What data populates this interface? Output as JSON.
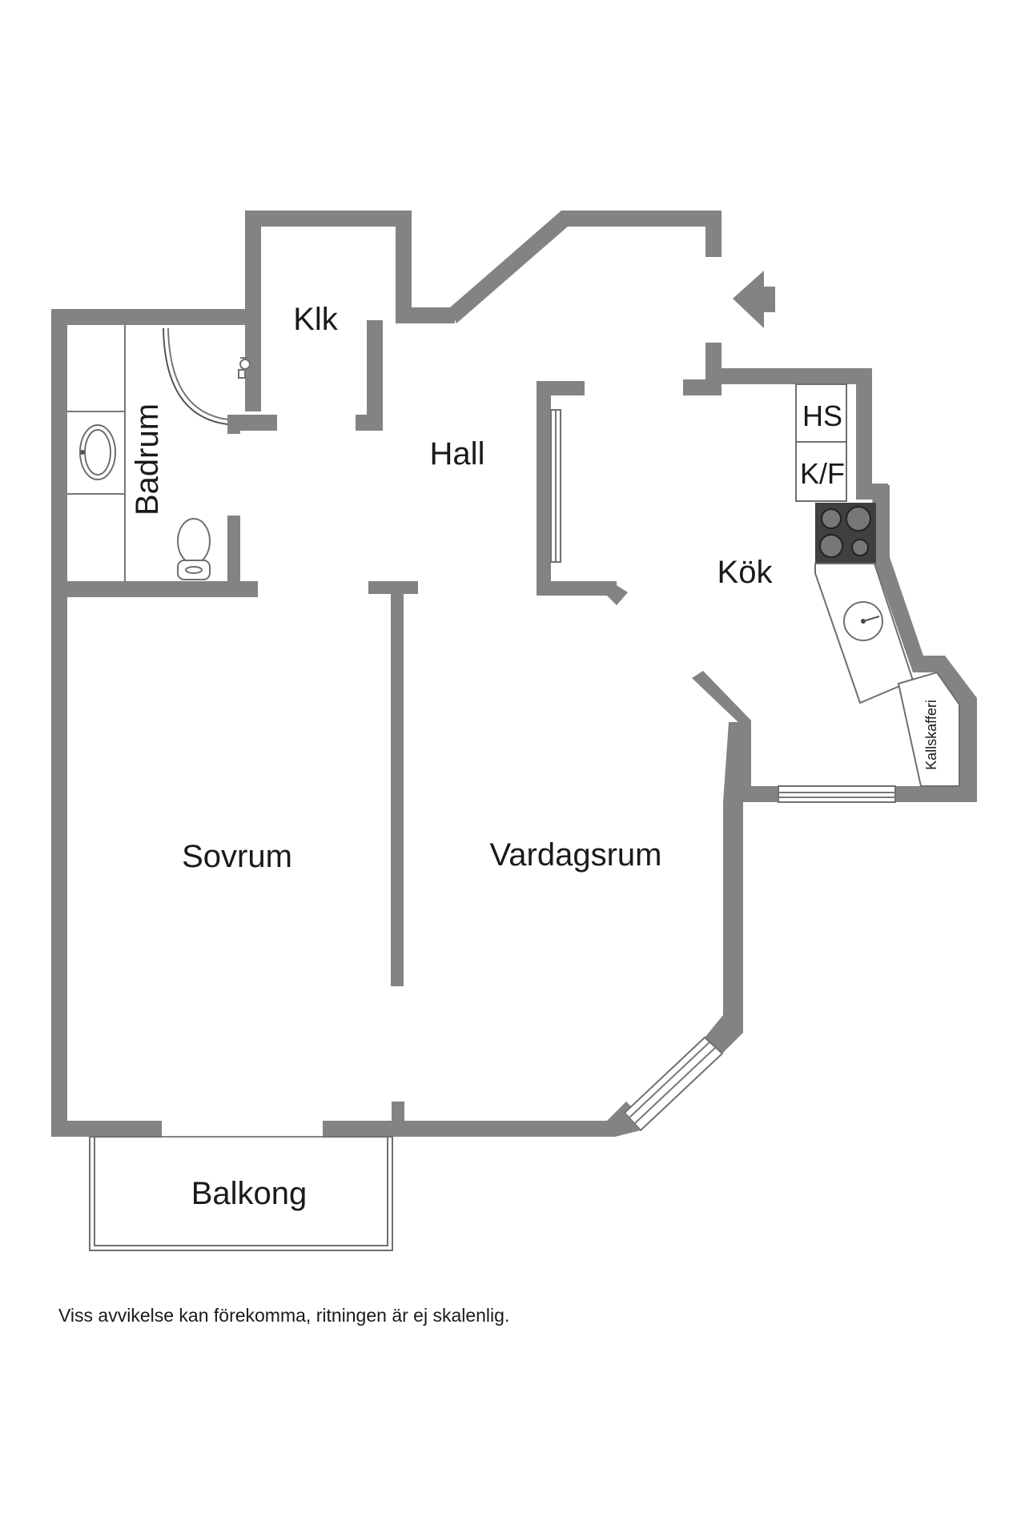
{
  "plan": {
    "rooms": {
      "klk": "Klk",
      "badrum": "Badrum",
      "hall": "Hall",
      "hs": "HS",
      "kf": "K/F",
      "kok": "Kök",
      "kallskafferi": "Kallskafferi",
      "sovrum": "Sovrum",
      "vardagsrum": "Vardagsrum",
      "balkong": "Balkong"
    },
    "entrance_icon": "arrow-left-icon"
  },
  "disclaimer": "Viss avvikelse kan förekomma, ritningen är ej skalenlig."
}
